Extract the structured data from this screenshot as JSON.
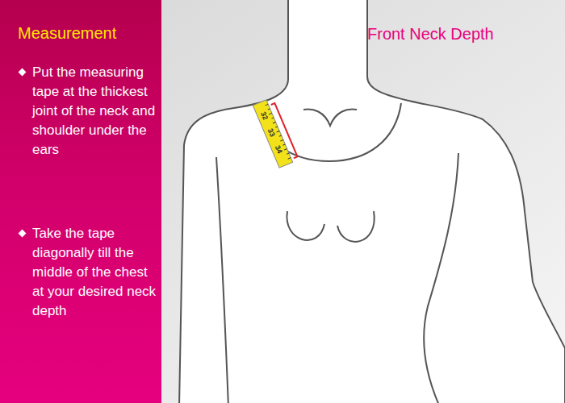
{
  "diagram": {
    "title": "Front Neck Depth",
    "nodes": [
      {
        "text": [
          "Measurement",
          "Put the measuring tape at the thickest joint of the neck and shoulder under the ears",
          "Take the tape diagonally till the middle of the chest at your desired neck depth"
        ]
      }
    ],
    "labels": [
      "32",
      "33",
      "34"
    ]
  }
}
